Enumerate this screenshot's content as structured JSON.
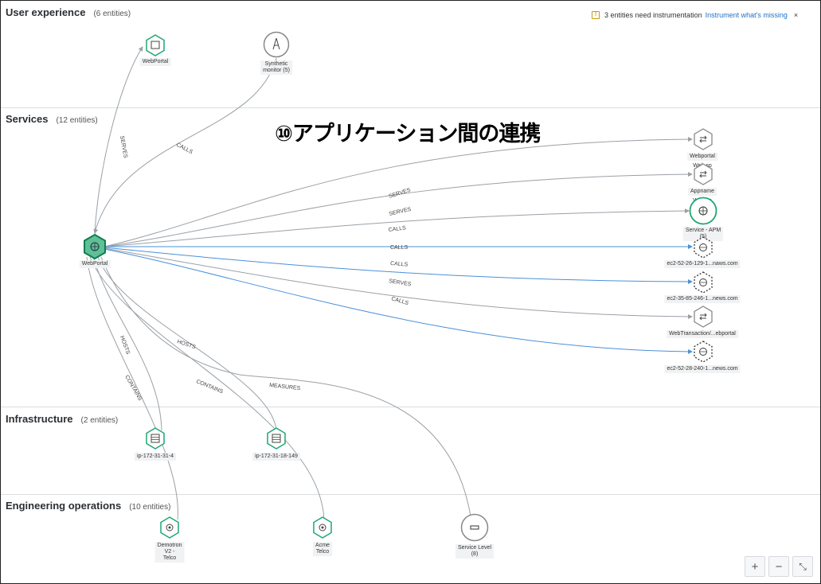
{
  "sections": [
    {
      "title": "User experience",
      "count": "(6 entities)"
    },
    {
      "title": "Services",
      "count": "(12 entities)"
    },
    {
      "title": "Infrastructure",
      "count": "(2 entities)"
    },
    {
      "title": "Engineering operations",
      "count": "(10 entities)"
    }
  ],
  "overlay_title": "⑩アプリケーション間の連携",
  "notice": {
    "icon": "warning-icon",
    "text": "3 entities need instrumentation",
    "link": "Instrument what's missing",
    "close": "×"
  },
  "nodes": {
    "webportal_ux": "WebPortal",
    "synthetic": "Synthetic\nmonitor (5)",
    "webportal_main": "WebPortal",
    "webportal_svc": "Webportal",
    "overlap_text_1": "Web   sp",
    "appname": "Appname",
    "overlap_text_2": "Web   sp",
    "service_apm": "Service - APM\n(5)",
    "ec2_1": "ec2-52-26-129-1...naws.com",
    "ec2_2": "ec2-35-85-246-1...news.com",
    "webtransaction": "WebTransaction/...ebportal",
    "ec2_3": "ec2-52-28-240-1...news.com",
    "ip_a": "ip-172-31-31-4",
    "ip_b": "ip-172-31-18-149",
    "demotron": "Demotron\nV2 -\nTelco",
    "acme": "Acme\nTelco",
    "service_level": "Service Level\n(8)"
  },
  "edge_labels": {
    "serves_up": "SERVES",
    "calls_synth": "CALLS",
    "serves_1": "SERVES",
    "serves_2": "SERVES",
    "calls_1": "CALLS",
    "calls_2": "CALLS",
    "calls_3": "CALLS",
    "serves_3": "SERVES",
    "calls_4": "CALLS",
    "hosts_1": "HOSTS",
    "hosts_2": "HOSTS",
    "contains_1": "CONTAINS",
    "contains_2": "CONTAINS",
    "measures": "MEASURES"
  },
  "controls": {
    "zoom_in": "+",
    "zoom_out": "−",
    "fit": "⤡"
  },
  "colors": {
    "node_green": "#1ea672",
    "node_fill_selected": "#5fbf95",
    "blue_edge": "#4a90d9",
    "gray_edge": "#9aa0a6"
  }
}
